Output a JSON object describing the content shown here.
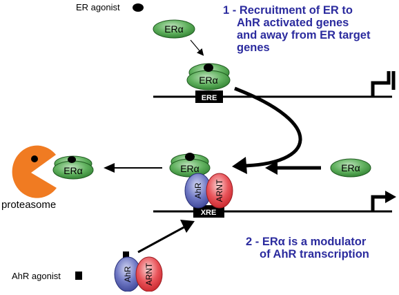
{
  "labels": {
    "er_agonist": "ER agonist",
    "ahr_agonist": "AhR agonist",
    "proteasome": "proteasome",
    "step1": [
      "1 - Recruitment of ER to",
      "AhR activated genes",
      "and away from ER target",
      "genes"
    ],
    "step2": [
      "2 - ERα is a modulator",
      "of AhR transcription"
    ],
    "era": "ERα",
    "ere": "ERE",
    "xre": "XRE",
    "ahr": "AhR",
    "arnt": "ARNT"
  },
  "colors": {
    "caption": "#2b2b9e",
    "era_fill": "#3f9a3f",
    "ahr_fill": "#4a54a8",
    "arnt_fill": "#e0353a",
    "proteasome": "#f07b22",
    "dna_line": "#000000"
  }
}
